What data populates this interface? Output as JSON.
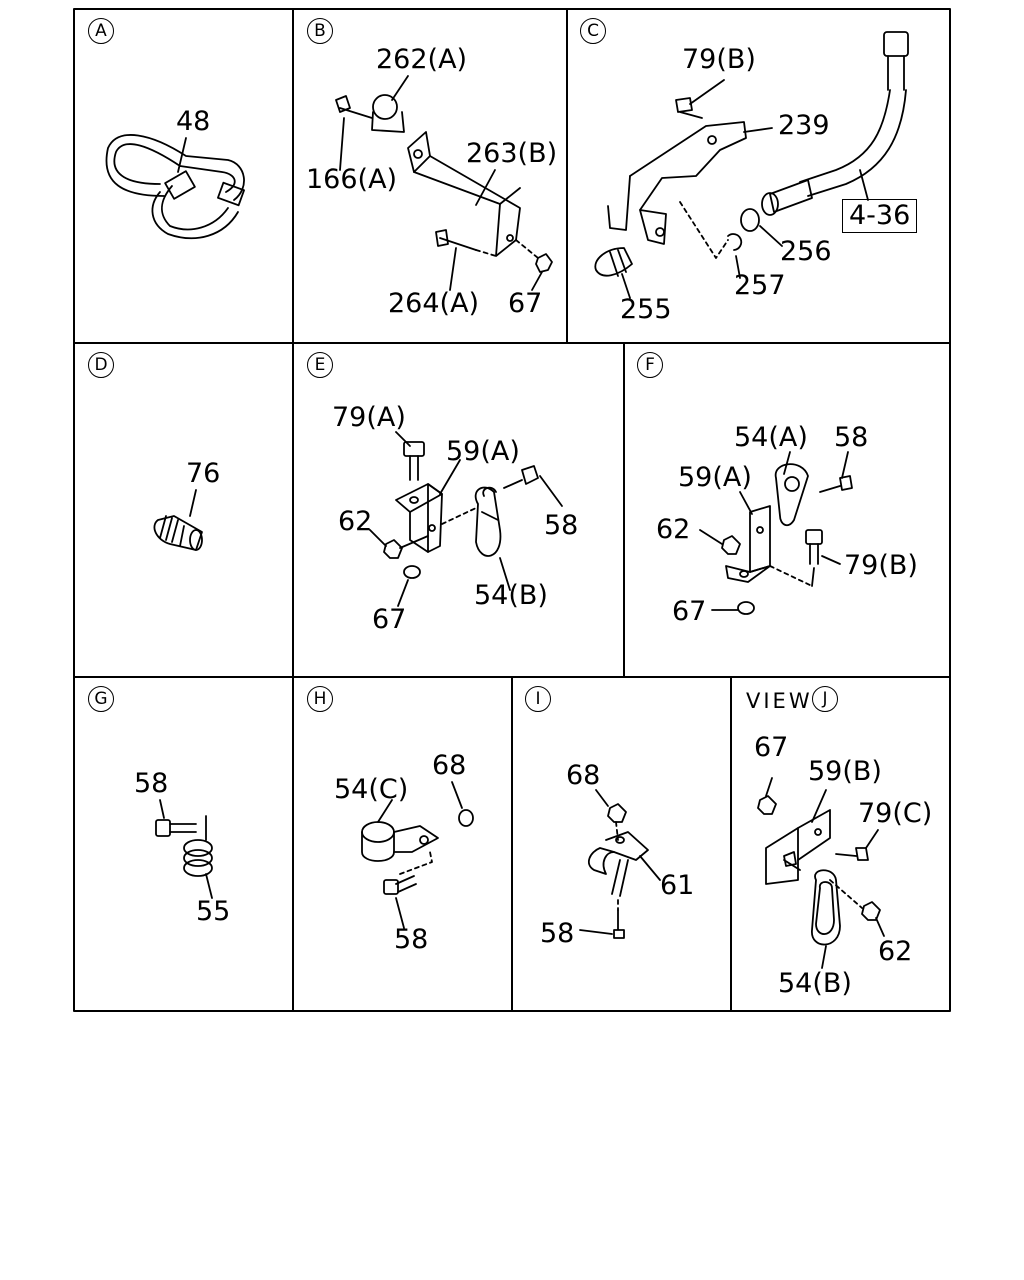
{
  "panels": {
    "A": {
      "letter": "A",
      "parts": [
        "48"
      ]
    },
    "B": {
      "letter": "B",
      "parts": [
        "262(A)",
        "263(B)",
        "166(A)",
        "264(A)",
        "67"
      ]
    },
    "C": {
      "letter": "C",
      "parts": [
        "79(B)",
        "239",
        "256",
        "257",
        "255"
      ],
      "ref": "4-36"
    },
    "D": {
      "letter": "D",
      "parts": [
        "76"
      ]
    },
    "E": {
      "letter": "E",
      "parts": [
        "79(A)",
        "59(A)",
        "62",
        "58",
        "54(B)",
        "67"
      ]
    },
    "F": {
      "letter": "F",
      "parts": [
        "54(A)",
        "58",
        "59(A)",
        "62",
        "79(B)",
        "67"
      ]
    },
    "G": {
      "letter": "G",
      "parts": [
        "58",
        "55"
      ]
    },
    "H": {
      "letter": "H",
      "parts": [
        "68",
        "54(C)",
        "58"
      ]
    },
    "I": {
      "letter": "I",
      "parts": [
        "68",
        "61",
        "58"
      ]
    },
    "J": {
      "letter": "J",
      "view": "VIEW",
      "parts": [
        "67",
        "59(B)",
        "79(C)",
        "62",
        "54(B)"
      ]
    }
  }
}
